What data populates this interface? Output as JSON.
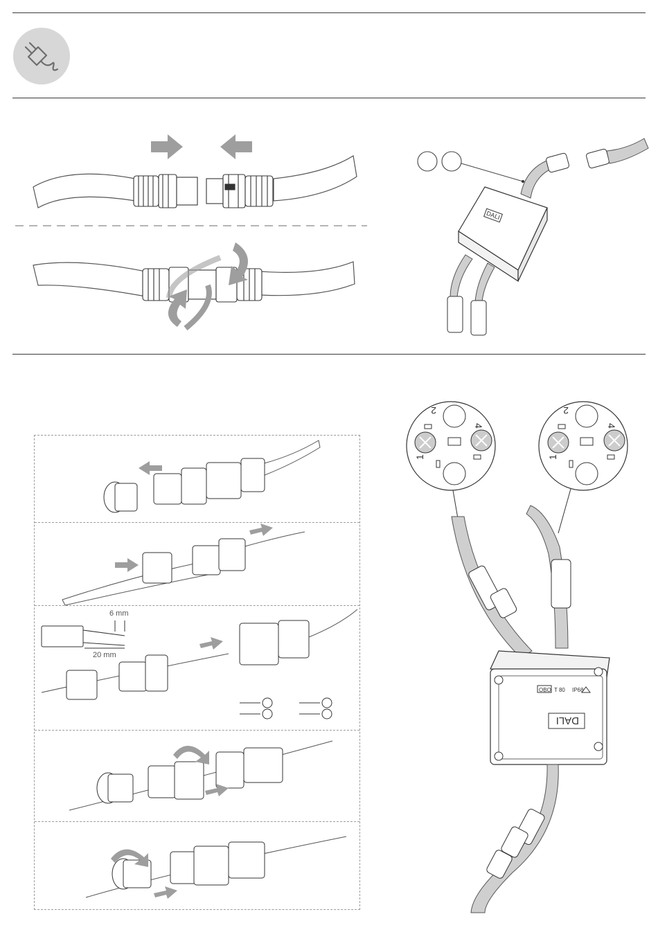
{
  "header": {
    "icon": "plug-icon"
  },
  "step3": {
    "dim_6": "6 mm",
    "dim_20": "20 mm"
  },
  "pinout": {
    "left": {
      "pin_a": "2",
      "pin_b": "4",
      "pin_c": "1"
    },
    "right": {
      "pin_a": "2",
      "pin_b": "4",
      "pin_c": "1"
    }
  },
  "box": {
    "label": "DALI",
    "ip": "IP68",
    "temp": "T 80",
    "brand": "OBO"
  },
  "colors": {
    "rule": "#3a3a3a",
    "arrow": "#9e9e9e",
    "cable": "#cfcfcf",
    "icon_bg": "#d7d7d7"
  }
}
